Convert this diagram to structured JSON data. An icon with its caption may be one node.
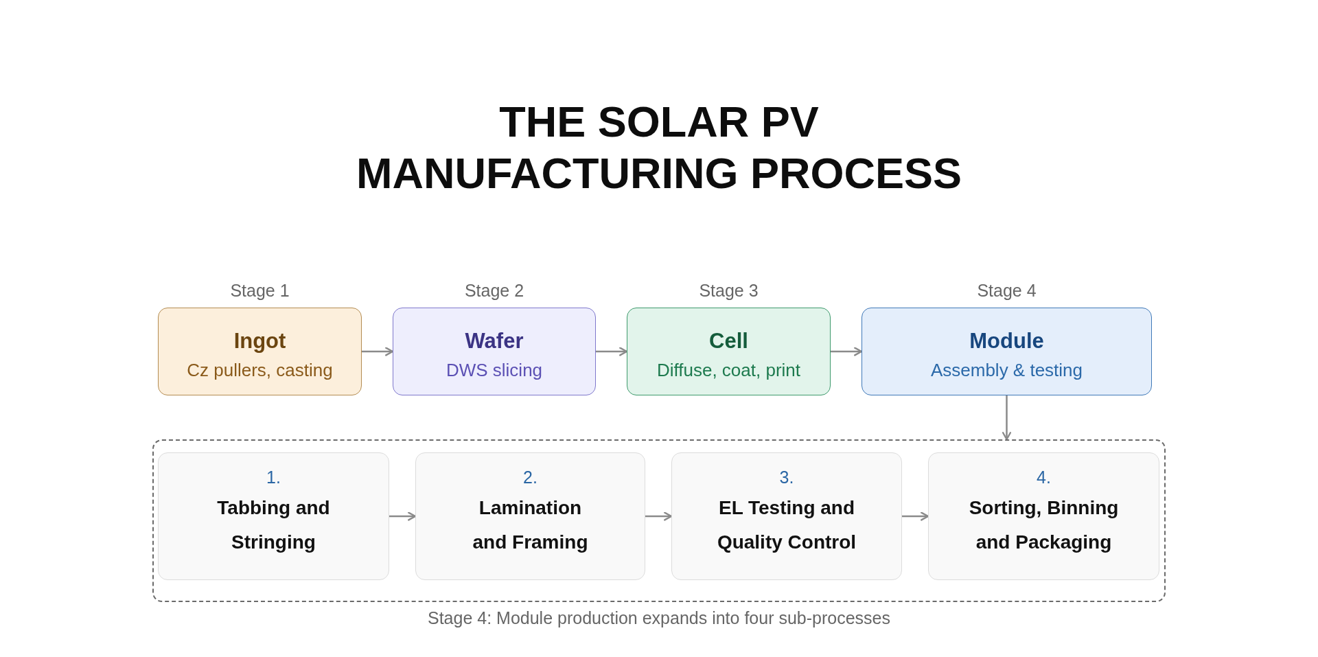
{
  "diagram": {
    "title": "THE SOLAR PV MANUFACTURING PROCESS",
    "nodes": [
      {
        "text": [
          "Ingot",
          "Cz pullers, casting"
        ],
        "beside": [
          "Stage 1"
        ]
      },
      {
        "text": [
          "Wafer",
          "DWS slicing"
        ],
        "beside": [
          "Stage 2"
        ]
      },
      {
        "text": [
          "Cell",
          "Diffuse, coat, print"
        ],
        "beside": [
          "Stage 3"
        ]
      },
      {
        "text": [
          "Module",
          "Assembly & testing"
        ],
        "beside": [
          "Stage 4"
        ]
      },
      {
        "text": [],
        "shape": "box",
        "beside": [
          "Stage 4: Module production expands into four sub-processes"
        ]
      },
      {
        "text": [
          "1.",
          "Tabbing and Stringing"
        ],
        "in": 4
      },
      {
        "text": [
          "2.",
          "Lamination and Framing"
        ],
        "in": 4
      },
      {
        "text": [
          "3.",
          "EL Testing and Quality Control"
        ],
        "in": 4
      },
      {
        "text": [
          "4.",
          "Sorting, Binning and Packaging"
        ],
        "in": 4
      }
    ],
    "edges": [
      {
        "from": 0,
        "to": 1,
        "arrow": "to"
      },
      {
        "from": 1,
        "to": 2,
        "arrow": "to"
      },
      {
        "from": 2,
        "to": 3,
        "arrow": "to"
      },
      {
        "from": 3,
        "to": 4,
        "arrow": "to"
      },
      {
        "from": 5,
        "to": 6,
        "arrow": "to"
      },
      {
        "from": 6,
        "to": 7,
        "arrow": "to"
      },
      {
        "from": 7,
        "to": 8,
        "arrow": "to"
      }
    ]
  }
}
